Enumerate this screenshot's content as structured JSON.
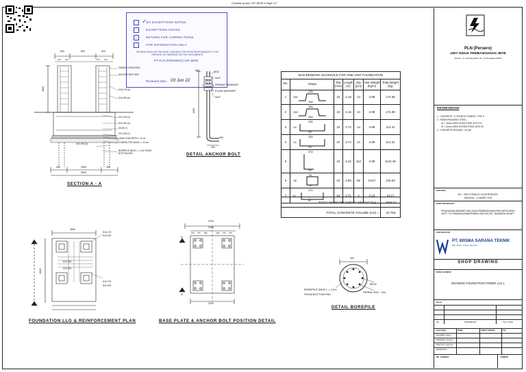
{
  "header": {
    "created_by": "Created by Ipm UIP JBTB # Page 1/7"
  },
  "stamp": {
    "options": [
      "NO EXCEPTIONS NOTED",
      "EXCEPTIONS NOTED",
      "RETURN FOR CORRECTIONS",
      "FOR INFORMATION ONLY"
    ],
    "checked": "NO EXCEPTIONS NOTED",
    "note": "REVIEW DOES NOT RELIEVE CONTRACTOR FROM RESPONSIBILITY FOR ERRORS OR OMISSION ON THE DOCUMENTS",
    "company": "PT PLN (PERSERO) UIP JBTB",
    "reviewed_label": "Reviewed Date :",
    "reviewed_date": "03 Jun 22"
  },
  "section_aa": {
    "caption": "SECTION A - A",
    "dims_top": [
      "600",
      "800",
      "600"
    ],
    "dims_small": [
      "275",
      "275",
      "275",
      "275"
    ],
    "dims_bottom": [
      "400",
      "1800",
      "400"
    ],
    "dim_total": "2600",
    "height_dim": "1800",
    "callouts": [
      "CEMENT GROUTING",
      "ANCHOR BOLT M32",
      "D16-176 (4)",
      "D16-250 (4)",
      "D22-150 (2)",
      "D22-200 (3)",
      "#5-82 (7)",
      "D10-150 (1)",
      "LEAN CONCRETE t = 5 cm",
      "COMPACTED SAND t = 10 cm",
      "D22-200 (3)",
      "BOREPILE Ø400 L = 4.2m FROM BOTTOM PAD"
    ]
  },
  "anchor_bolt": {
    "caption": "DETAIL ANCHOR BOLT",
    "labels": [
      "M32",
      "NUT",
      "SPRING WASHER",
      "PLAIN WASHER",
      "NUT"
    ],
    "dims": [
      "400",
      "1200",
      "200",
      "200"
    ]
  },
  "schedule": {
    "title": "BAR BENDING SCHEDULE FOR ONE UNIT FOUNDATION",
    "columns": [
      "No.",
      "Shape",
      "Dia (mm)",
      "Length (m)",
      "Qty (pcs)",
      "Unit Weight (kg/m)",
      "Total Weight (kg)"
    ],
    "rows": [
      {
        "no": "1",
        "shape": [
          "2180",
          "2540",
          "2520"
        ],
        "dia": "22",
        "len": "4.16",
        "qty": "14",
        "uw": "2.98",
        "tw": "174.39"
      },
      {
        "no": "2",
        "shape": [
          "2180",
          "2540",
          "2520"
        ],
        "dia": "22",
        "len": "4.16",
        "qty": "14",
        "uw": "2.98",
        "tw": "174.39"
      },
      {
        "no": "3",
        "shape": [
          "3250",
          "110",
          "110"
        ],
        "dia": "22",
        "len": "2.74",
        "qty": "14",
        "uw": "2.98",
        "tw": "114.31"
      },
      {
        "no": "4",
        "shape": [
          "2520",
          "110",
          "110"
        ],
        "dia": "22",
        "len": "2.74",
        "qty": "14",
        "uw": "2.98",
        "tw": "114.31"
      },
      {
        "no": "5",
        "shape": [
          "3700",
          "110"
        ],
        "dia": "22",
        "len": "3.42",
        "qty": "112",
        "uw": "2.98",
        "tw": "1141.46"
      },
      {
        "no": "6",
        "shape": [
          "730",
          "730",
          "780"
        ],
        "dia": "10",
        "len": "2.98",
        "qty": "68",
        "uw": "0.617",
        "tw": "125.03"
      },
      {
        "no": "7",
        "shape": [
          "2570",
          "80",
          "80"
        ],
        "dia": "16",
        "len": "2.71",
        "qty": "4",
        "uw": "2.23",
        "tw": "24.17"
      }
    ],
    "total_rebar_label": "TOTAL REINFORCEMENT WEIGHT (kg) =",
    "total_rebar": "1868.07",
    "total_concrete_label": "TOTAL CONCRETE VOLUME (m3) =",
    "total_concrete": "10.784"
  },
  "plan": {
    "caption": "FOUNDATION LLG & REINFORCEMENT PLAN",
    "dims_top": [
      "2600"
    ],
    "dims_side": [
      "2600"
    ],
    "labels": [
      "D16-176",
      "D10-150",
      "D22-150",
      "D22-200",
      "D16-176",
      "D22-200"
    ]
  },
  "base_plate": {
    "caption": "BASE PLATE & ANCHOR BOLT POSITION DETAIL",
    "dims_top": [
      "3700",
      "2240",
      "275",
      "275",
      "600",
      "600",
      "275",
      "275"
    ],
    "dims_bottom": [
      "2240"
    ],
    "labels": [
      "A",
      "A"
    ]
  },
  "borepile": {
    "caption": "DETAIL BOREPILE",
    "diameter": "400",
    "labels": [
      "BOREPILE Ø400 L = 4.2m",
      "FROM BOTTOM PAD",
      "8D16",
      "SPIRAL Ø10 - 150"
    ]
  },
  "title_block": {
    "company": "PLN (Persero)",
    "unit": "UNIT INDUK PEMBANGUNAN JBTB",
    "address": "Alamat : Jl. Ketintang Baru No. 1-3 Surabaya 60231",
    "notes_title": "KETERANGAN",
    "notes": [
      "1.  CONCRETE : K-225 WITH CEMENT TYPE II",
      "2.  REINFORCEMENT STEEL :",
      "     - Ø < 13mm USED PLAIN STEEL BJTP 24",
      "     - Ø > 13mm USED SCREW STEEL BJTD 39",
      "3.  CONCRETE DECKING : 40 mm"
    ],
    "contract_label": "KONTRAK",
    "contract_no": "NO. : 0902.PJ/DAN.01.01/UIPJBTB/2022",
    "contract_date": "TANGGAL : 17 MARET 2022",
    "project_label": "NAMA PEKERJAAN",
    "project": "PENGADAAN BARANG DAN JASA PEMBANGUNAN REKONFIGURASI BUTT TX PENANGGUNAN/PEMBELITAN KELOD - BANDARA TAHAP I",
    "contractor_label": "KONTRAKTOR",
    "contractor": "PT. WISMA SARANA TEKNIK",
    "contractor_sub": "Mfg. Electr. & Eng. Services",
    "shop_drawing": "SHOP DRAWING",
    "drawing_name_label": "NAMA GAMBAR",
    "drawing_name": "DRAWING FOUNDATION TOWER LLG 1",
    "rev_label": "Revisi",
    "table_headers": [
      "NO.",
      "PERUBAHAN",
      "TGL / DATE"
    ],
    "sign_headers": [
      "Keterangan",
      "NAMA",
      "TANDA TANGAN",
      "TGL"
    ],
    "sign_rows": [
      "DIGAMBAR / Drawn",
      "DIPERIKSA / Checked",
      "DISETUJUI / Approved",
      "MENGETAHUI"
    ],
    "sheet_label": "LEMBAR",
    "drawing_no_label": "NO. GAMBAR"
  }
}
